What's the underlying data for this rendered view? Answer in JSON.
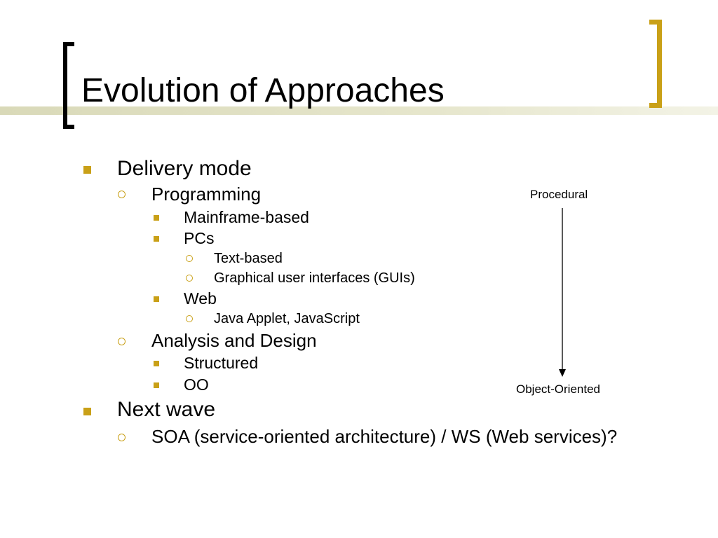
{
  "slide": {
    "title": "Evolution of Approaches",
    "bullets": {
      "delivery_mode": "Delivery mode",
      "programming": "Programming",
      "mainframe": "Mainframe-based",
      "pcs": "PCs",
      "text_based": "Text-based",
      "gui": "Graphical user interfaces (GUIs)",
      "web": "Web",
      "java": "Java Applet, JavaScript",
      "analysis_design": "Analysis and Design",
      "structured": "Structured",
      "oo": "OO",
      "next_wave": "Next wave",
      "soa": "SOA (service-oriented architecture) / WS (Web services)?"
    },
    "arrow": {
      "top_label": "Procedural",
      "bottom_label": "Object-Oriented"
    },
    "colors": {
      "accent": "#c9a017",
      "band": "#d9d9b8",
      "text": "#000000"
    }
  }
}
